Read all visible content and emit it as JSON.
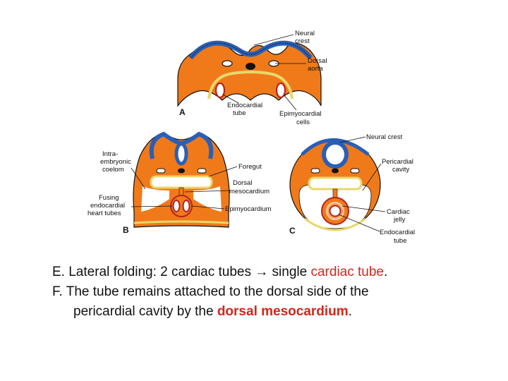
{
  "diagram": {
    "panels": [
      "A",
      "B",
      "C"
    ],
    "labels": {
      "a_neural_crest": [
        "Neural",
        "crest"
      ],
      "a_dorsal_aorta": [
        "Dorsal",
        "aorta"
      ],
      "a_endocardial_tube": [
        "Endocardial",
        "tube"
      ],
      "a_epimyocardial_cells": [
        "Epimyocardial",
        "cells"
      ],
      "b_intraembryonic_coelom": [
        "Intra-",
        "embryonic",
        "coelom"
      ],
      "b_fusing_tubes": [
        "Fusing",
        "endocardial",
        "heart tubes"
      ],
      "b_foregut": "Foregut",
      "b_dorsal_mesocardium": [
        "Dorsal",
        "mesocardium"
      ],
      "b_epimyocardium": "Epimyocardium",
      "c_neural_crest": "Neural crest",
      "c_pericardial_cavity": [
        "Pericardial",
        "cavity"
      ],
      "c_cardiac_jelly": [
        "Cardiac",
        "jelly"
      ],
      "c_endocardial_tube": [
        "Endocardial",
        "tube"
      ]
    },
    "colors": {
      "mesoderm": "#f07a1a",
      "neural": "#2a5fb5",
      "outline": "#111111",
      "endoderm": "#f2ea9a",
      "blood_vessel": "#b42323"
    }
  },
  "caption": {
    "line1_pre": "E. Lateral folding: 2 cardiac  tubes → single ",
    "line1_highlight": "cardiac tube",
    "line1_post": ".",
    "line2": "F. The tube remains attached to the dorsal side of the",
    "line3_pre": "pericardial  cavity by the ",
    "line3_highlight": "dorsal mesocardium",
    "line3_post": "."
  }
}
